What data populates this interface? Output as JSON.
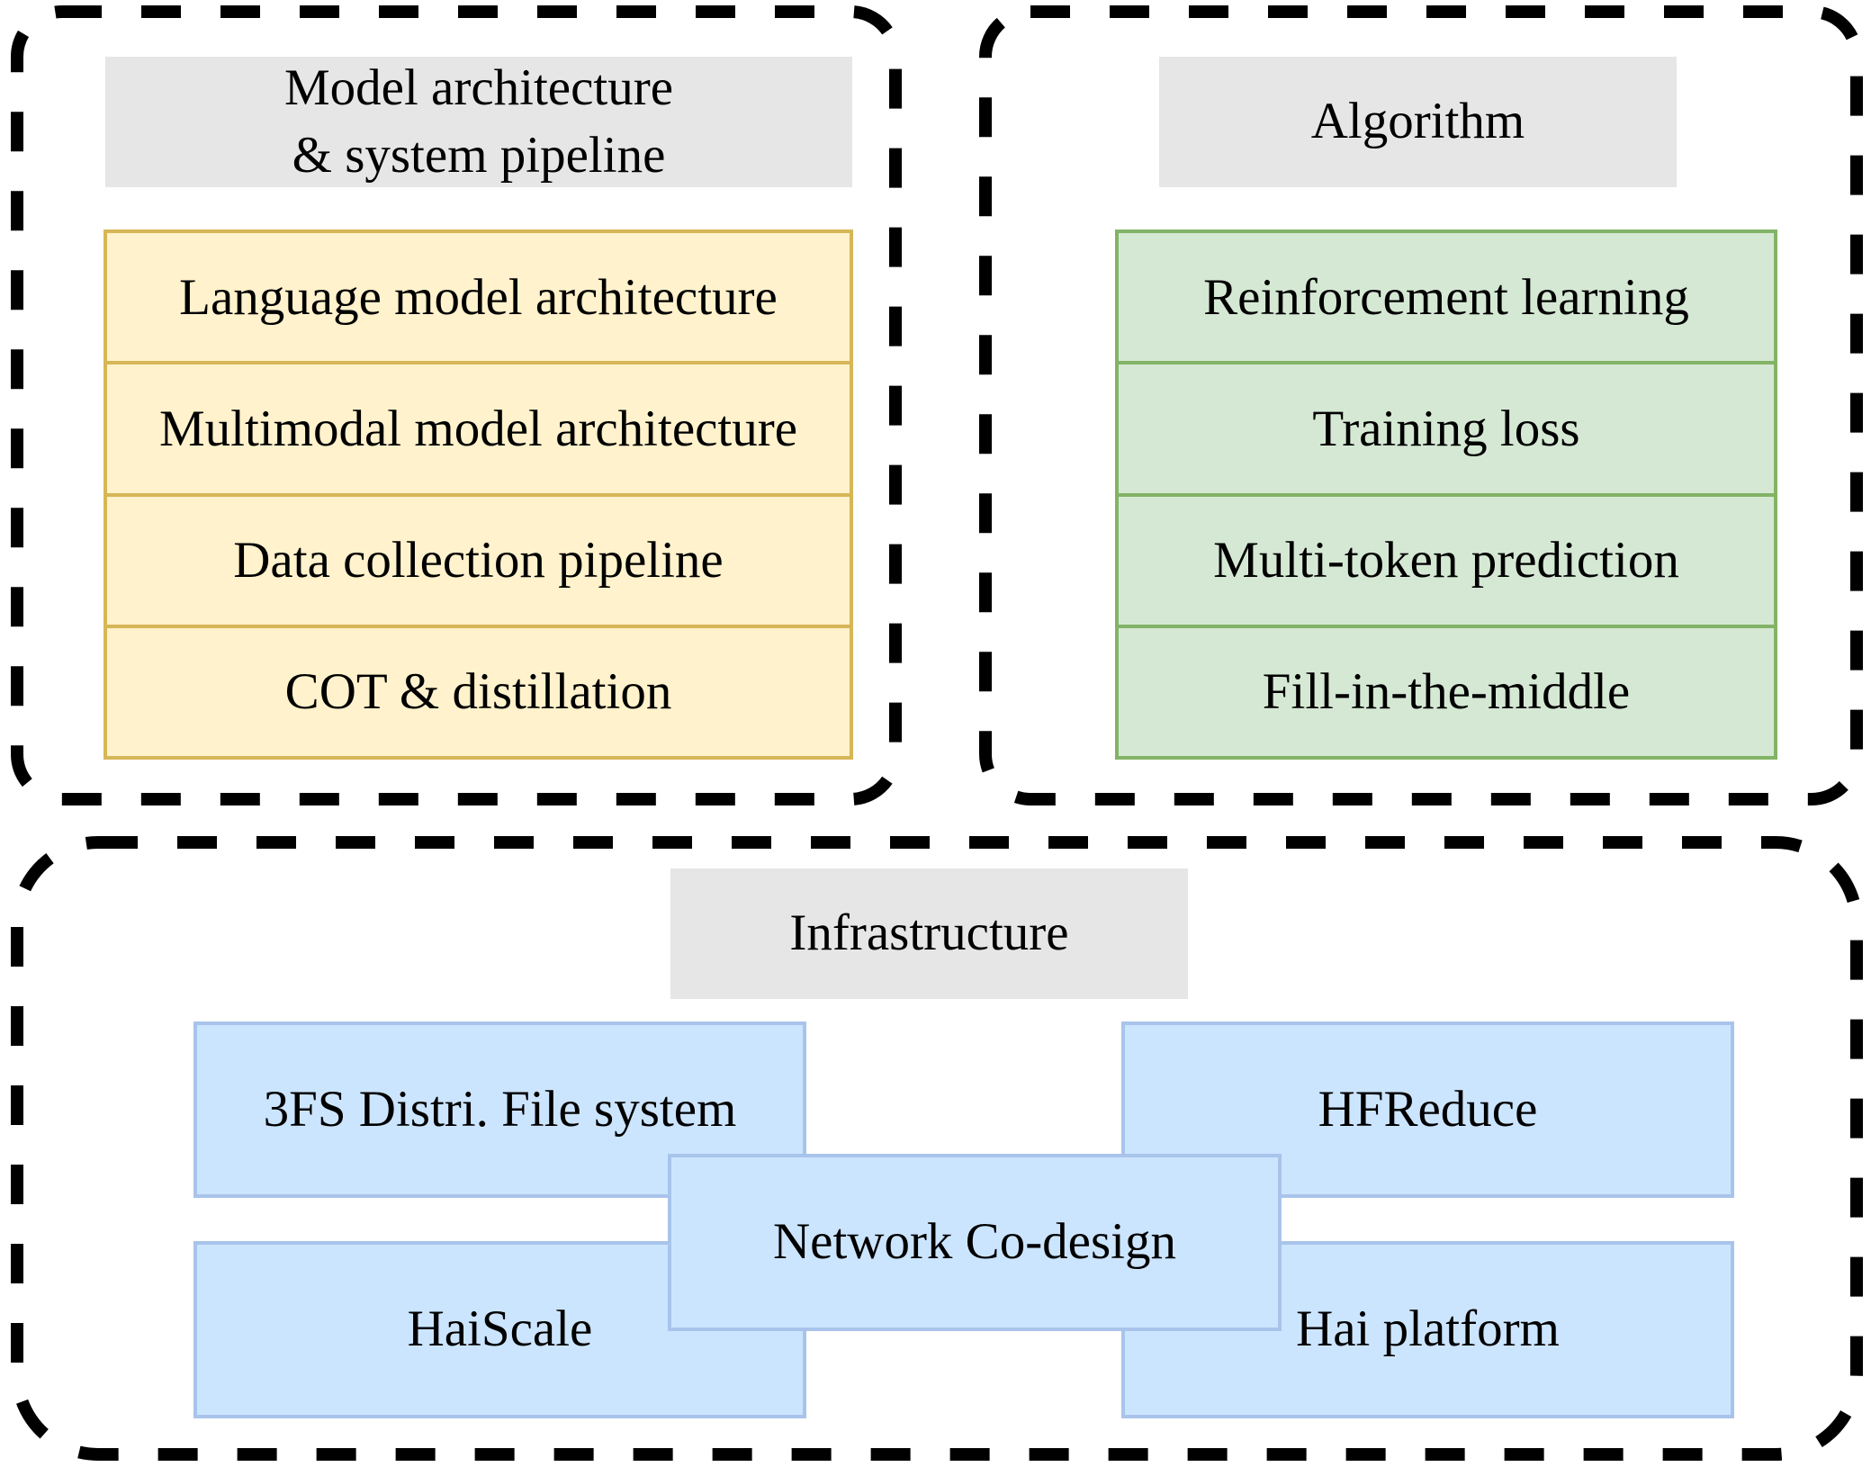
{
  "panels": {
    "model": {
      "title_line1": "Model architecture",
      "title_line2": "& system pipeline",
      "items": [
        "Language model architecture",
        "Multimodal model architecture",
        "Data collection pipeline",
        "COT & distillation"
      ]
    },
    "algorithm": {
      "title": "Algorithm",
      "items": [
        "Reinforcement learning",
        "Training loss",
        "Multi-token prediction",
        "Fill-in-the-middle"
      ]
    },
    "infrastructure": {
      "title": "Infrastructure",
      "items": {
        "fs": "3FS Distri. File system",
        "hfreduce": "HFReduce",
        "haiscale": "HaiScale",
        "hai_platform": "Hai platform",
        "network": "Network Co-design"
      }
    }
  },
  "colors": {
    "title_fill": "#e6e6e6",
    "model_fill": "#fff2cc",
    "model_border": "#d6b656",
    "algorithm_fill": "#d5e8d4",
    "algorithm_border": "#82b366",
    "infra_fill": "#cce5ff",
    "infra_border": "#a9c4eb",
    "frame_stroke": "#000000"
  }
}
